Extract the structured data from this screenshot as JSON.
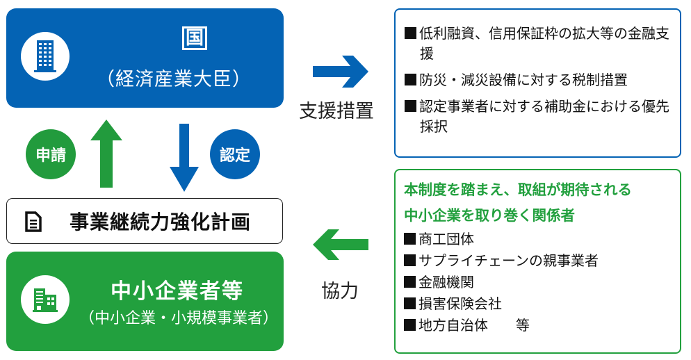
{
  "government": {
    "title": "国",
    "subtitle": "（経済産業大臣）",
    "icon": "office-building-icon",
    "color": "#0463b4"
  },
  "flows": {
    "apply_label": "申請",
    "certify_label": "認定",
    "support_label": "支援措置",
    "cooperation_label": "協力"
  },
  "plan": {
    "title": "事業継続力強化計画",
    "icon": "document-icon"
  },
  "sme": {
    "title": "中小企業者等",
    "subtitle": "（中小企業・小規模事業者）",
    "icon": "small-building-icon",
    "color": "#22a03e"
  },
  "support_measures": {
    "items": [
      "低利融資、信用保証枠の拡大等の金融支援",
      "防災・減災設備に対する税制措置",
      "認定事業者に対する補助金における優先採択"
    ],
    "border_color": "#0463b4"
  },
  "stakeholders": {
    "heading_line1": "本制度を踏まえ、取組が期待される",
    "heading_line2": "中小企業を取り巻く関係者",
    "items": [
      "商工団体",
      "サプライチェーンの親事業者",
      "金融機関",
      "損害保険会社",
      "地方自治体　　等"
    ],
    "border_color": "#22a03e"
  }
}
